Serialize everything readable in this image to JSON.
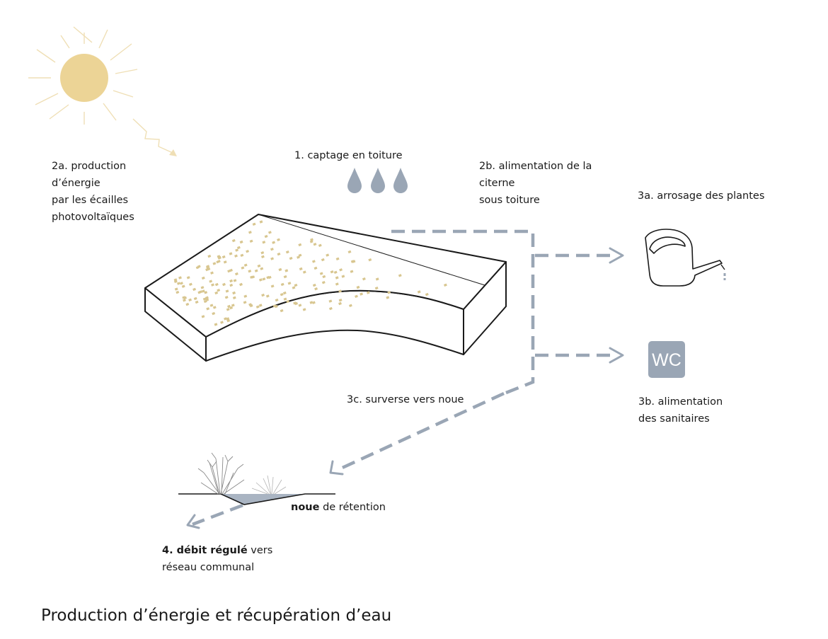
{
  "labels": {
    "energy_production": {
      "number": "2a.",
      "lines": [
        "production",
        "d’énergie",
        "par les écailles",
        "photovoltaïques"
      ]
    },
    "roof_capture": {
      "number": "1.",
      "text": "captage en toiture"
    },
    "tank_supply": {
      "number": "2b.",
      "lines": [
        "alimentation de la",
        "citerne",
        "sous toiture"
      ]
    },
    "plant_watering": {
      "number": "3a.",
      "text": "arrosage des plantes"
    },
    "sanitary_supply": {
      "number": "3b.",
      "lines": [
        "alimentation",
        "des sanitaires"
      ]
    },
    "overflow": {
      "number": "3c.",
      "text": "surverse vers noue"
    },
    "swale": {
      "bold": "noue",
      "text": "de rétention"
    },
    "regulated_flow": {
      "bold": "4. débit régulé",
      "text": "vers",
      "line2": "réseau communal"
    }
  },
  "wc_icon_text": "WC",
  "caption": "Production d’énergie et récupération d’eau",
  "colors": {
    "sun": "#ecd496",
    "sun_rays": "#efdfb5",
    "water": "#9aa6b5",
    "panels": "#d8c690",
    "line": "#1a1a1a"
  },
  "icons": [
    "sun-icon",
    "raindrop-icon",
    "watering-can-icon",
    "wc-icon",
    "swale-vegetation-icon"
  ]
}
